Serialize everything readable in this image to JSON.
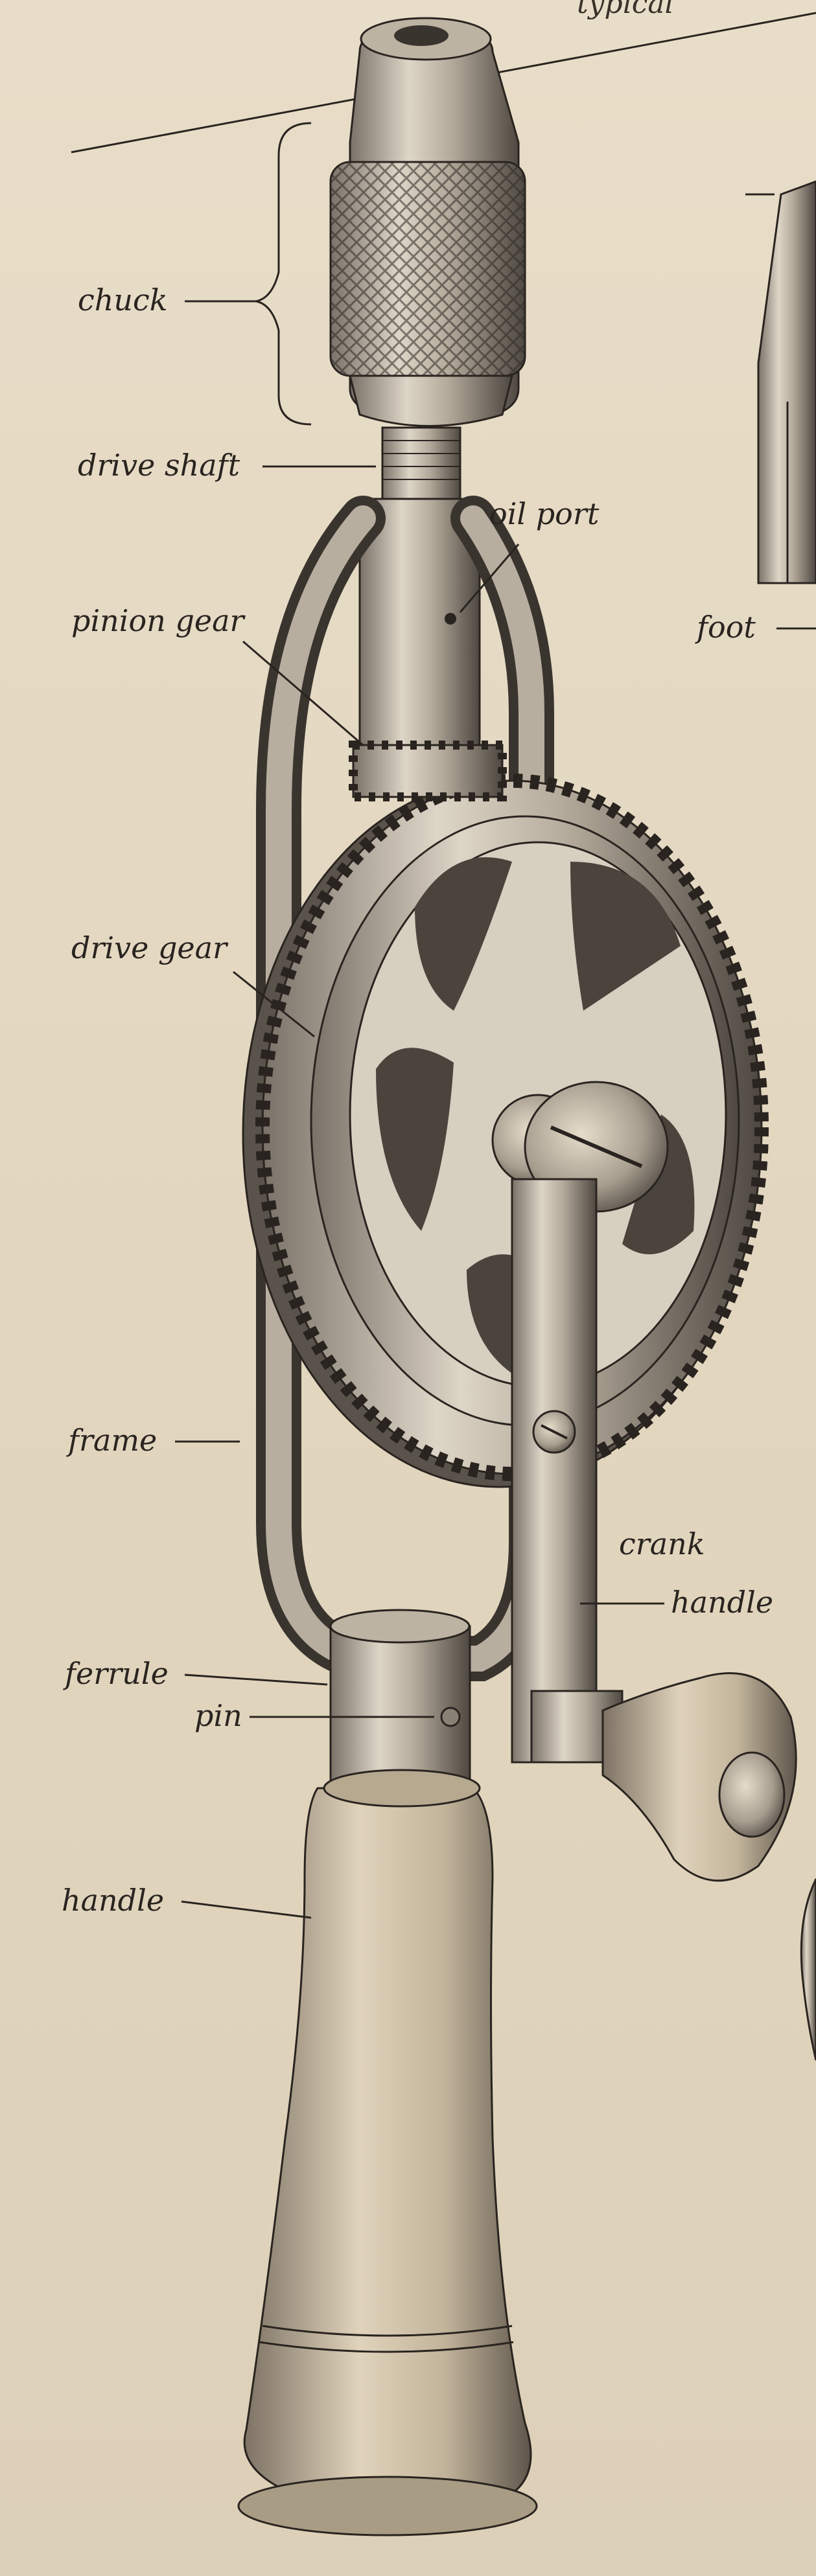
{
  "header": {
    "partial_text": "typical"
  },
  "labels": {
    "chuck": "chuck",
    "drive_shaft": "drive shaft",
    "oil_port": "oil port",
    "pinion_gear": "pinion gear",
    "foot": "foot",
    "drive_gear": "drive gear",
    "frame": "frame",
    "crank": "crank",
    "crank_handle": "handle",
    "ferrule": "ferrule",
    "pin": "pin",
    "handle": "handle"
  },
  "colors": {
    "paper": "#e4d9c3",
    "ink": "#2a2420",
    "metal_light": "#cfc6b6",
    "metal_dark": "#4a4540",
    "wood": "#d6c7ad"
  }
}
